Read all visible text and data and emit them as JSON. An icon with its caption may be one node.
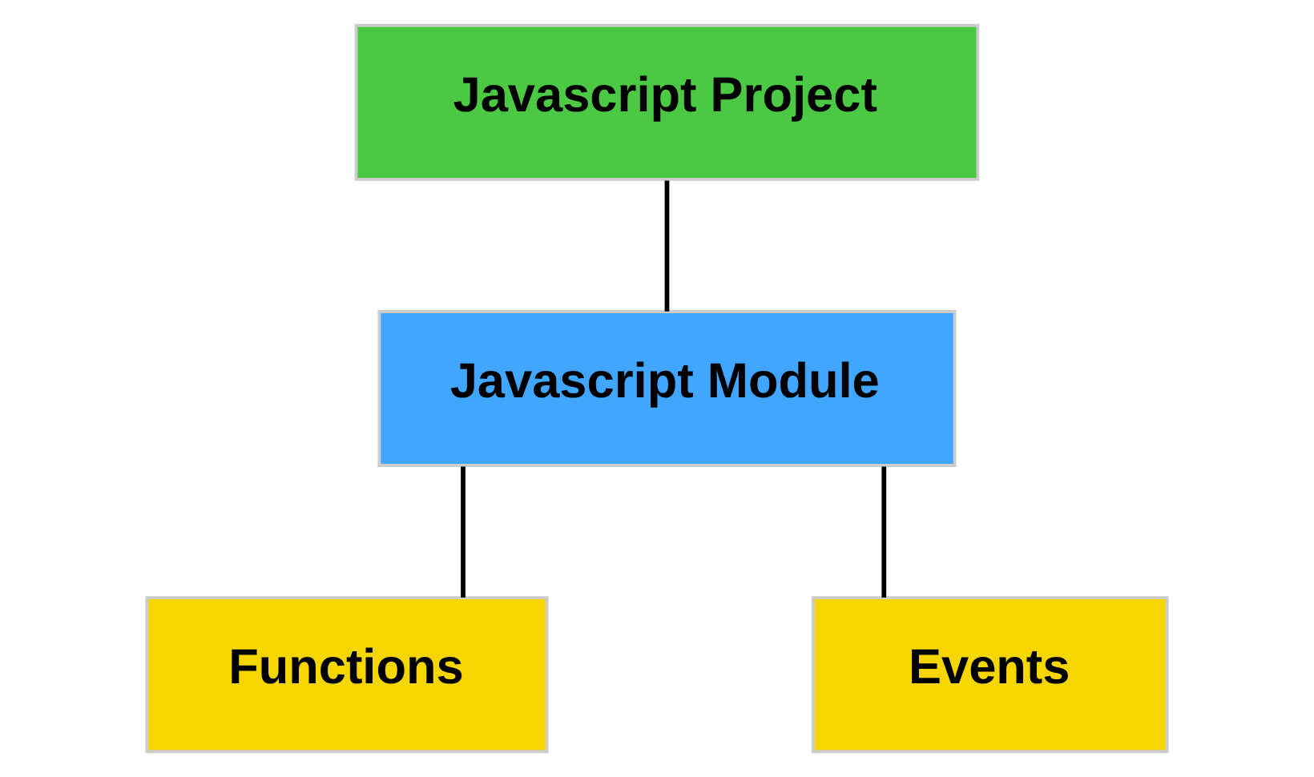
{
  "diagram": {
    "nodes": [
      {
        "text": [
          "Javascript Project"
        ]
      },
      {
        "text": [
          "Javascript Module"
        ]
      },
      {
        "text": [
          "Functions"
        ]
      },
      {
        "text": [
          "Events"
        ]
      }
    ],
    "edges": [
      {
        "from": 0,
        "to": 1,
        "arrow": "none"
      },
      {
        "from": 1,
        "to": 2,
        "arrow": "none"
      },
      {
        "from": 1,
        "to": 3,
        "arrow": "none"
      }
    ]
  }
}
